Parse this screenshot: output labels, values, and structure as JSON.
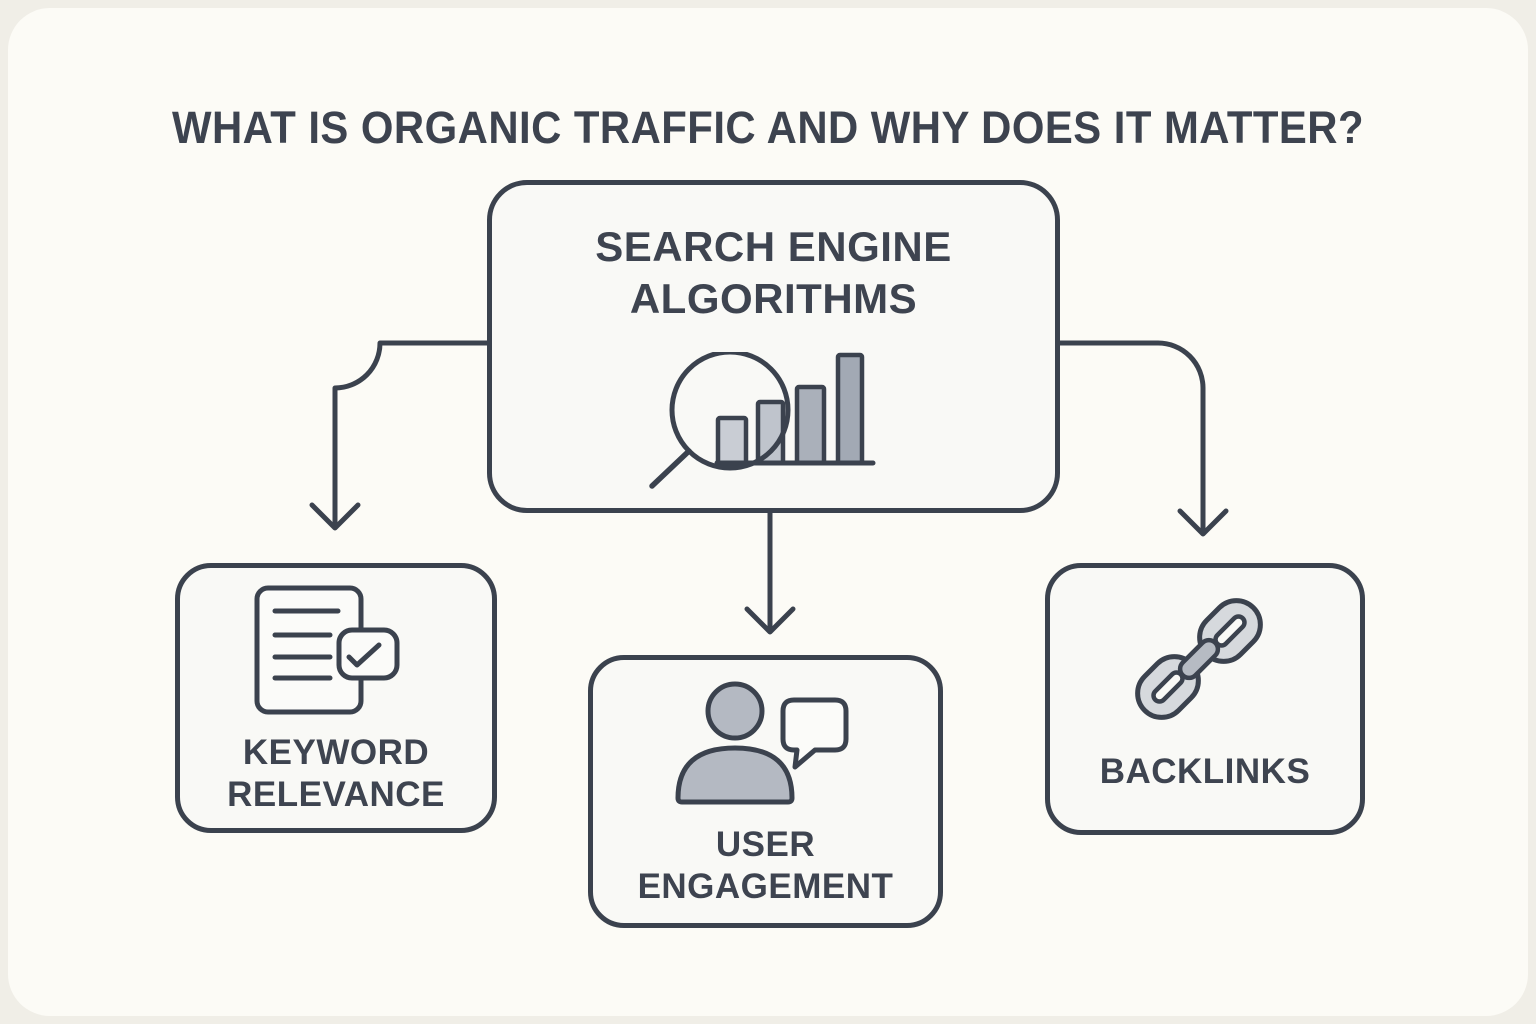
{
  "title": "WHAT IS ORGANIC TRAFFIC AND WHY DOES IT MATTER?",
  "colors": {
    "page_background": "#f0eee7",
    "card_background": "#fcfbf6",
    "node_background": "#f9f9f6",
    "outline": "#3b424e",
    "text": "#3e4450",
    "icon_gray_light": "#ccd0d7",
    "icon_gray_mid": "#aab0ba",
    "icon_white_fill": "#fbfbf9"
  },
  "diagram": {
    "root": {
      "id": "search-engine-algorithms",
      "label_lines": [
        "SEARCH ENGINE",
        "ALGORITHMS"
      ],
      "icon": "magnifier-bar-chart-icon"
    },
    "children": [
      {
        "id": "keyword-relevance",
        "label_lines": [
          "KEYWORD",
          "RELEVANCE"
        ],
        "icon": "document-checklist-icon"
      },
      {
        "id": "user-engagement",
        "label_lines": [
          "USER",
          "ENGAGEMENT"
        ],
        "icon": "person-speech-bubble-icon"
      },
      {
        "id": "backlinks",
        "label_lines": [
          "BACKLINKS"
        ],
        "icon": "chain-link-icon"
      }
    ],
    "connectors": [
      {
        "from": "search-engine-algorithms",
        "to": "keyword-relevance"
      },
      {
        "from": "search-engine-algorithms",
        "to": "user-engagement"
      },
      {
        "from": "search-engine-algorithms",
        "to": "backlinks"
      }
    ]
  }
}
